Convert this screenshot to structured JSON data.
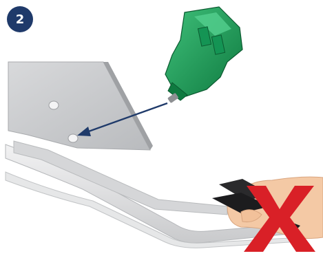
{
  "step": {
    "number": "2",
    "badge_color": "#1f3a6a"
  },
  "colors": {
    "connector": "#1e9e5a",
    "connector_dark": "#0f6b3a",
    "arrow": "#1f3a6a",
    "prohibition_mark": "#d92027",
    "bracket": "#c9cbce",
    "skin": "#f4c9a5",
    "remote": "#2a2a2c"
  },
  "icons": {
    "badge": "numbered-step-badge",
    "prohibition": "red-x-mark"
  }
}
